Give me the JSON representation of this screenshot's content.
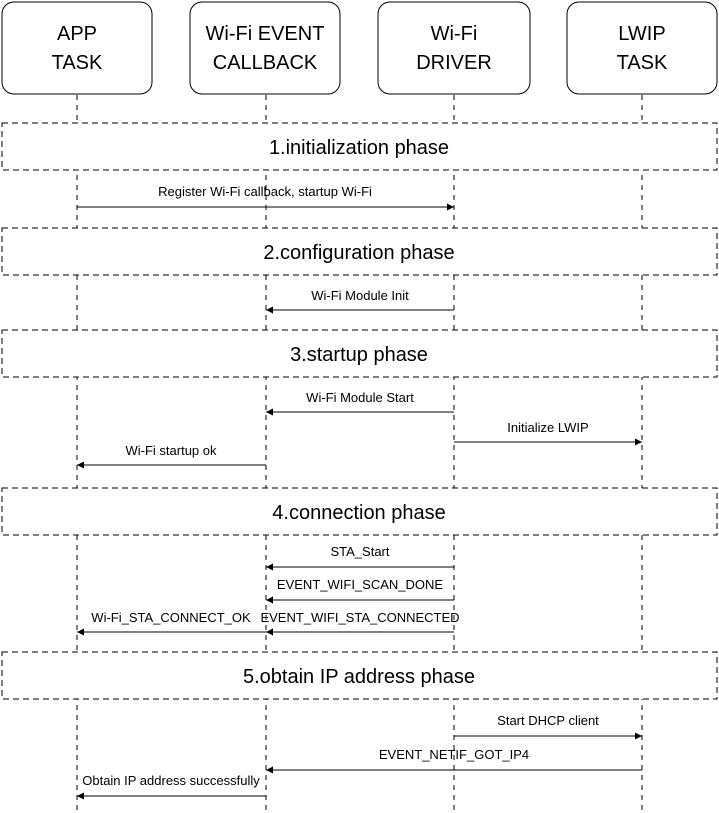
{
  "actors": [
    {
      "id": "app",
      "lines": [
        "APP",
        "TASK"
      ]
    },
    {
      "id": "callback",
      "lines": [
        "Wi-Fi EVENT",
        "CALLBACK"
      ]
    },
    {
      "id": "driver",
      "lines": [
        "Wi-Fi",
        "DRIVER"
      ]
    },
    {
      "id": "lwip",
      "lines": [
        "LWIP",
        "TASK"
      ]
    }
  ],
  "phases": [
    {
      "label": "1.initialization phase"
    },
    {
      "label": "2.configuration phase"
    },
    {
      "label": "3.startup phase"
    },
    {
      "label": "4.connection phase"
    },
    {
      "label": "5.obtain IP address phase"
    }
  ],
  "messages": [
    {
      "from": "app",
      "to": "driver",
      "label": "Register Wi-Fi callback, startup Wi-Fi"
    },
    {
      "from": "driver",
      "to": "callback",
      "label": "Wi-Fi Module Init"
    },
    {
      "from": "driver",
      "to": "callback",
      "label": "Wi-Fi Module Start"
    },
    {
      "from": "driver",
      "to": "lwip",
      "label": "Initialize LWIP"
    },
    {
      "from": "callback",
      "to": "app",
      "label": "Wi-Fi startup ok"
    },
    {
      "from": "driver",
      "to": "callback",
      "label": "STA_Start"
    },
    {
      "from": "driver",
      "to": "callback",
      "label": "EVENT_WIFI_SCAN_DONE"
    },
    {
      "from": "driver",
      "to": "callback",
      "label": "EVENT_WIFI_STA_CONNECTED"
    },
    {
      "from": "callback",
      "to": "app",
      "label": "Wi-Fi_STA_CONNECT_OK"
    },
    {
      "from": "driver",
      "to": "lwip",
      "label": "Start DHCP client"
    },
    {
      "from": "lwip",
      "to": "callback",
      "label": "EVENT_NETIF_GOT_IP4"
    },
    {
      "from": "callback",
      "to": "app",
      "label": "Obtain IP address successfully"
    }
  ]
}
